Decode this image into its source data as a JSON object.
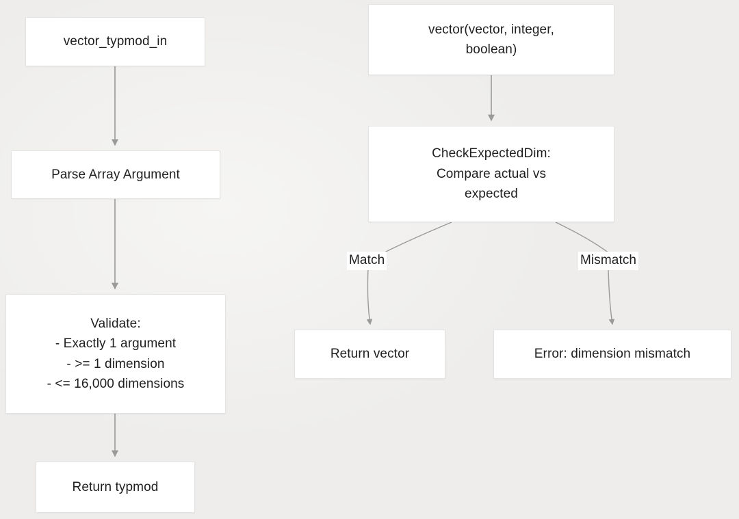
{
  "diagram": {
    "title": "vector_typmod_in and vector dimension check flowchart",
    "background_color": "#eeedeb",
    "node_fill": "#ffffff",
    "node_border": "#e3e3e3",
    "edge_color": "#9a9a9a",
    "text_color": "#1f1f1f"
  },
  "nodes": {
    "vector_typmod_in": {
      "label": "vector_typmod_in"
    },
    "parse_array_argument": {
      "label": "Parse Array Argument"
    },
    "validate": {
      "lines": [
        "Validate:",
        "- Exactly 1 argument",
        "- >= 1 dimension",
        "- <= 16,000 dimensions"
      ]
    },
    "return_typmod": {
      "label": "Return typmod"
    },
    "vector_signature": {
      "lines": [
        "vector(vector, integer,",
        "boolean)"
      ]
    },
    "check_expected_dim": {
      "lines": [
        "CheckExpectedDim:",
        "Compare actual vs",
        "expected"
      ]
    },
    "return_vector": {
      "label": "Return vector"
    },
    "error_dimension_mismatch": {
      "label": "Error: dimension mismatch"
    }
  },
  "edge_labels": {
    "match": "Match",
    "mismatch": "Mismatch"
  }
}
